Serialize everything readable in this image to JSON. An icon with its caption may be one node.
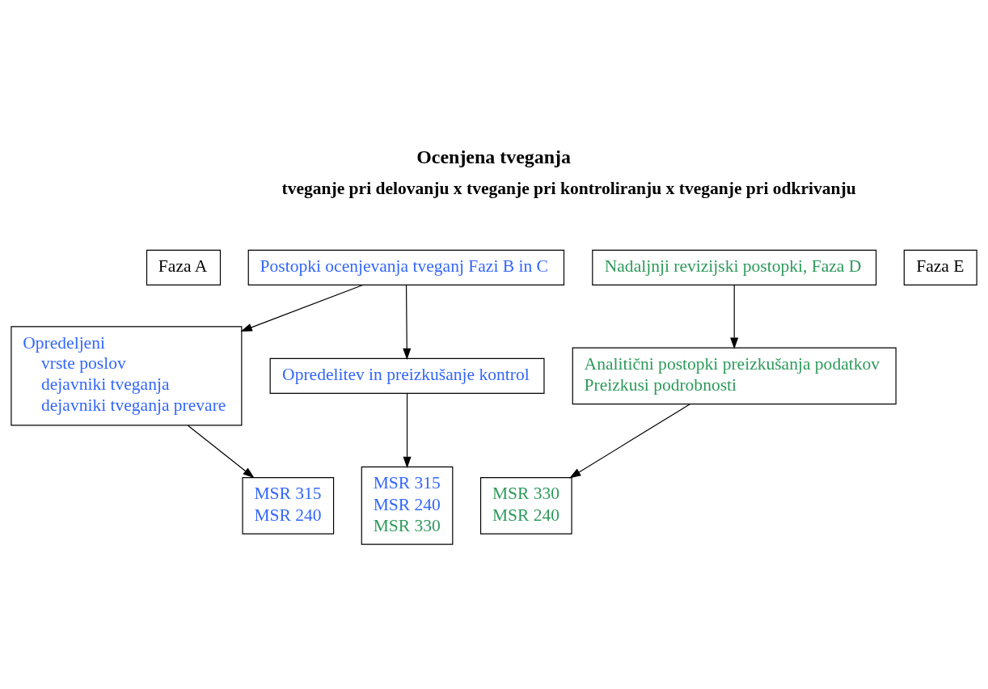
{
  "diagram": {
    "title": "Ocenjena tveganja",
    "nodes": [
      {
        "text": [
          "Faza A"
        ]
      },
      {
        "text": [
          "Postopki ocenjevanja tveganj Fazi B in C"
        ]
      },
      {
        "text": [
          "Nadaljnji revizijski postopki, Faza D"
        ]
      },
      {
        "text": [
          "Faza E"
        ]
      },
      {
        "text": [
          "Opredeljeni",
          "vrste poslov",
          "dejavniki tveganja",
          "dejavniki tveganja prevare"
        ]
      },
      {
        "text": [
          "Opredelitev in preizkušanje kontrol"
        ]
      },
      {
        "text": [
          "Analitični postopki preizkušanja podatkov",
          "Preizkusi podrobnosti"
        ]
      },
      {
        "text": [
          "MSR 315",
          "MSR 240"
        ]
      },
      {
        "text": [
          "MSR 315",
          "MSR 240",
          "MSR 330"
        ]
      },
      {
        "text": [
          "MSR 330",
          "MSR 240"
        ]
      }
    ],
    "edges": [
      {
        "from": 1,
        "to": 4,
        "arrow": "to"
      },
      {
        "from": 1,
        "to": 5,
        "arrow": "to"
      },
      {
        "from": 2,
        "to": 6,
        "arrow": "to"
      },
      {
        "from": 4,
        "to": 7,
        "arrow": "to"
      },
      {
        "from": 5,
        "to": 8,
        "arrow": "to"
      },
      {
        "from": 6,
        "to": 9,
        "arrow": "to"
      }
    ],
    "labels": [
      "tveganje pri delovanju x tveganje pri kontroliranju x tveganje pri odkrivanju"
    ]
  }
}
